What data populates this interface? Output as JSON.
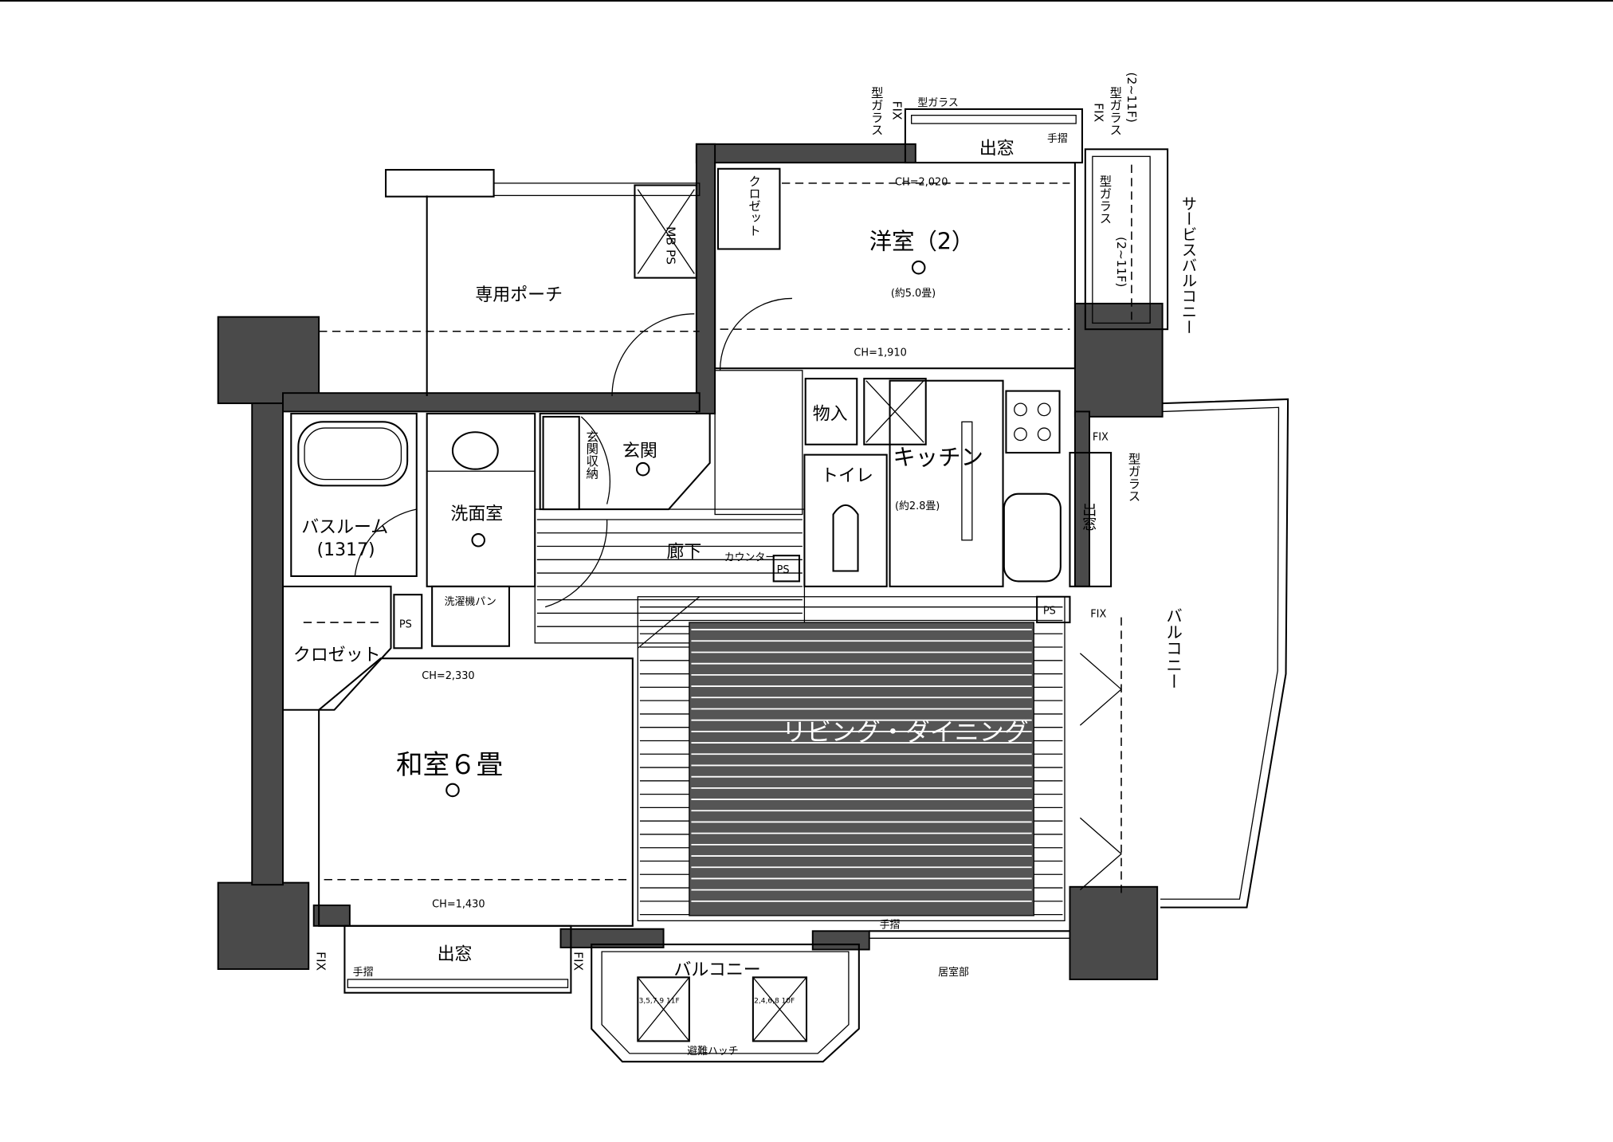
{
  "rooms": {
    "western_room": {
      "name": "洋室（2）",
      "size": "(約5.0畳)",
      "ch_top": "CH=2,020",
      "ch_bottom": "CH=1,910",
      "closet": "クロゼット"
    },
    "porch": "専用ポーチ",
    "mb_ps": "MB PS",
    "entrance": "玄関",
    "entrance_storage": "玄関収納",
    "washroom": "洗面室",
    "bathroom": {
      "name": "バスルーム",
      "size": "(1317)"
    },
    "laundry_pan": "洗濯機パン",
    "closet_left": "クロゼット",
    "ps_labels": [
      "PS",
      "PS",
      "PS"
    ],
    "japanese_room": {
      "name": "和室６畳",
      "ch_top": "CH=2,330",
      "ch_bottom": "CH=1,430"
    },
    "corridor": "廊下",
    "counter": "カウンター",
    "storage": "物入",
    "toilet": "トイレ",
    "kitchen": {
      "name": "キッチン",
      "size": "(約2.8畳)"
    },
    "living": {
      "name": "リビング・ダイニング"
    }
  },
  "exterior": {
    "bay_window_labels": [
      "出窓",
      "出窓",
      "出窓"
    ],
    "patterned_glass": "型ガラス",
    "patterned_glass_left": "型ガラス",
    "patterned_glass_right": "型ガラス",
    "patterned_glass_floors": "(2~11F)",
    "patterned_glass_side": "型ガラス",
    "patterned_glass_side_floors": "(2~11F)",
    "patterned_glass_kitchen": "型ガラス",
    "fix_labels": [
      "FIX",
      "FIX",
      "FIX",
      "FIX",
      "FIX",
      "FIX"
    ],
    "handrail_labels": [
      "手摺",
      "手摺",
      "手摺"
    ],
    "service_balcony": "サービスバルコニー",
    "balcony_right": "バルコニー",
    "balcony_bottom": "バルコニー",
    "escape_hatch": "避難ハッチ",
    "hatch_left": "3,5,7,9 11F",
    "hatch_right": "2,4,6,8 10F",
    "outdoor_unit": "居室部"
  }
}
